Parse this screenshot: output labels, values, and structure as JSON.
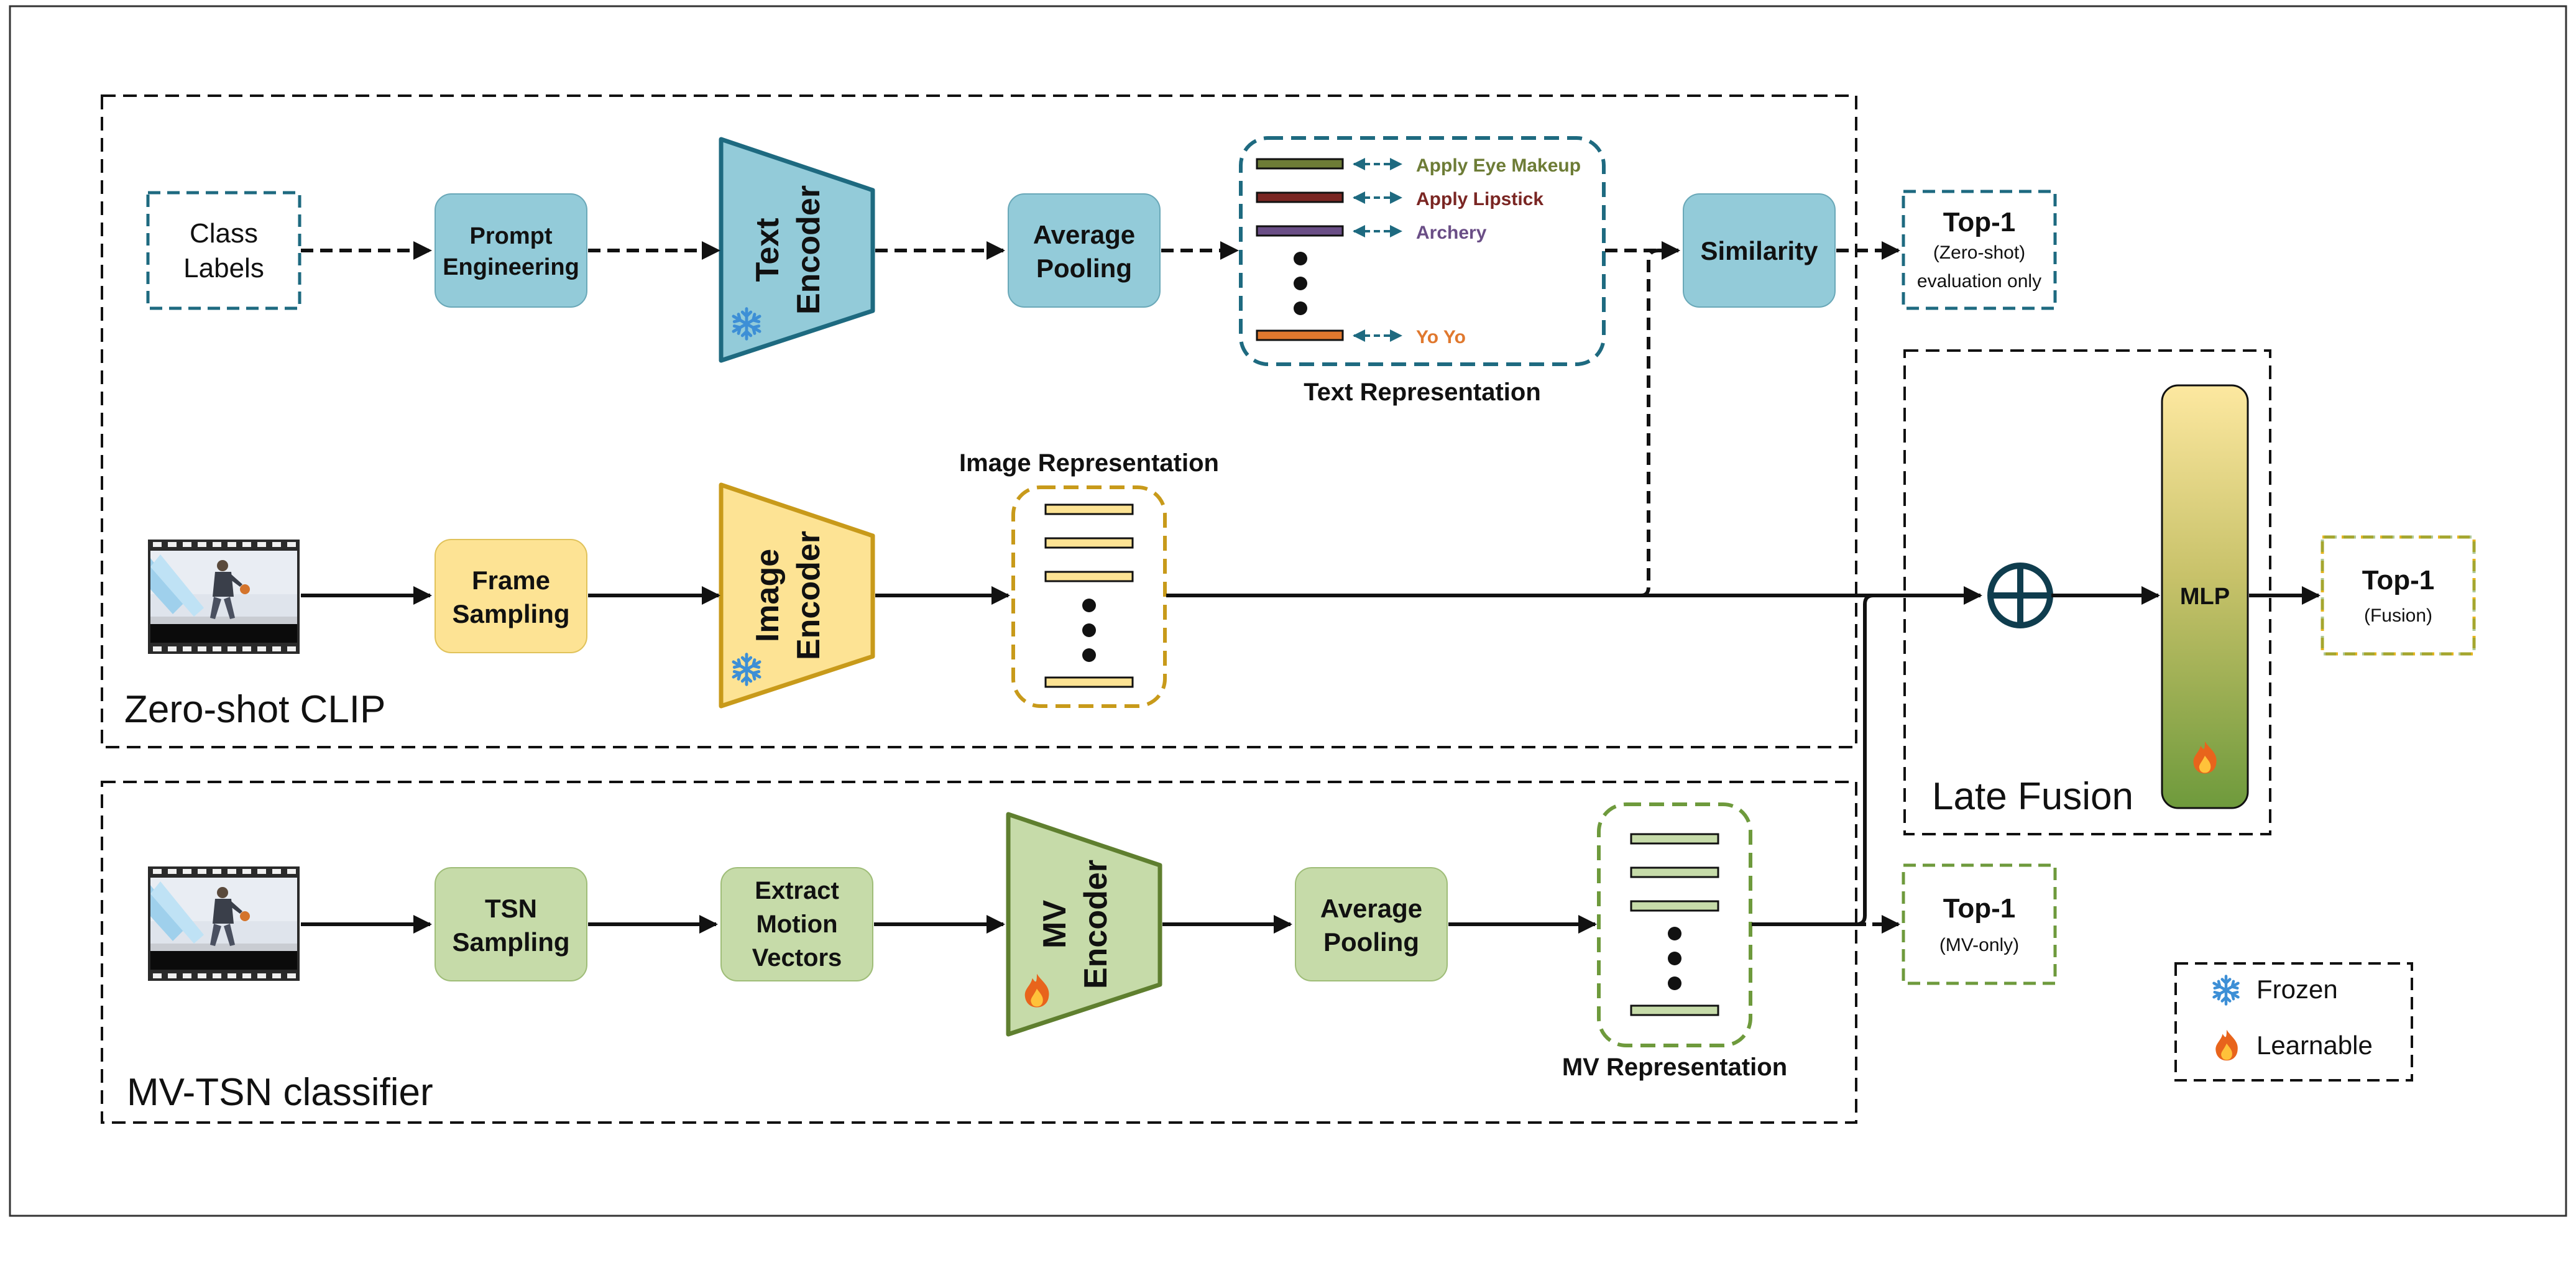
{
  "colors": {
    "blue_fill": "#93cbd9",
    "blue_stroke": "#1e6a80",
    "yellow_fill": "#fde394",
    "yellow_stroke": "#c89a1a",
    "green_fill": "#c6dba9",
    "green_stroke": "#5f7f2f",
    "label_eye_makeup": "#6d7c36",
    "label_lipstick": "#7a2623",
    "label_archery": "#6a4e86",
    "label_yoyo": "#e0782e",
    "line": "#111111",
    "frozen_icon": "#3d8fd6",
    "learnable_icon": "#e8641c"
  },
  "icons": {
    "frozen": "snowflake-icon",
    "learnable": "flame-icon",
    "fusion": "circled-plus-icon"
  },
  "regions": {
    "zero_shot": "Zero-shot CLIP",
    "mv_tsn": "MV-TSN classifier",
    "late_fusion": "Late Fusion"
  },
  "top_row": {
    "class_labels": [
      "Class",
      "Labels"
    ],
    "prompt_engineering": [
      "Prompt",
      "Engineering"
    ],
    "text_encoder": [
      "Text",
      "Encoder"
    ],
    "average_pooling": [
      "Average",
      "Pooling"
    ],
    "text_representation": {
      "caption": "Text Representation",
      "items": [
        "Apply Eye Makeup",
        "Apply Lipstick",
        "Archery",
        "Yo Yo"
      ]
    },
    "similarity": "Similarity",
    "output": {
      "title": "Top-1",
      "line1": "(Zero-shot)",
      "line2": "evaluation only"
    }
  },
  "middle_row": {
    "frame_sampling": [
      "Frame",
      "Sampling"
    ],
    "image_encoder": [
      "Image",
      "Encoder"
    ],
    "image_representation": {
      "caption": "Image Representation"
    }
  },
  "bottom_row": {
    "tsn_sampling": [
      "TSN",
      "Sampling"
    ],
    "extract_motion_vectors": [
      "Extract",
      "Motion",
      "Vectors"
    ],
    "mv_encoder": [
      "MV",
      "Encoder"
    ],
    "average_pooling": [
      "Average",
      "Pooling"
    ],
    "mv_representation": {
      "caption": "MV Representation"
    },
    "output": {
      "title": "Top-1",
      "line1": "(MV-only)"
    }
  },
  "fusion": {
    "mlp": "MLP",
    "output": {
      "title": "Top-1",
      "line1": "(Fusion)"
    }
  },
  "legend": {
    "frozen": "Frozen",
    "learnable": "Learnable"
  }
}
